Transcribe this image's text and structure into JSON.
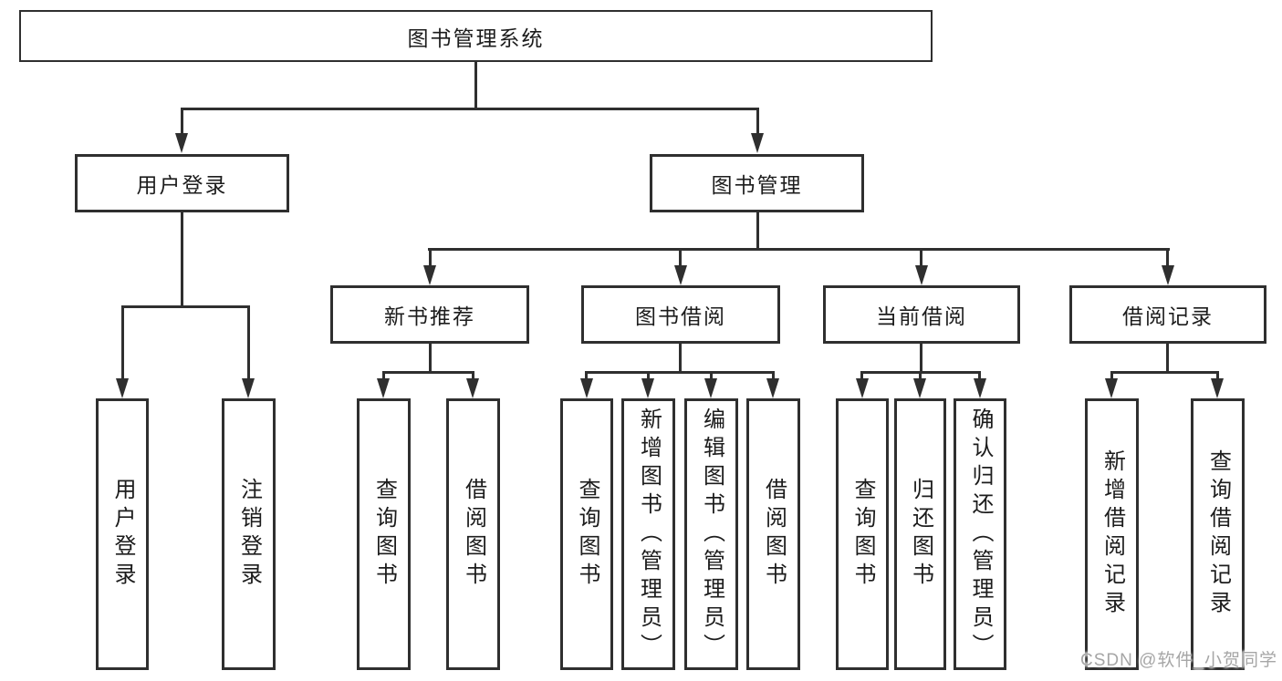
{
  "colors": {
    "line": "#2f2f2f",
    "box_background": "#ffffff",
    "text": "#1c1c1c",
    "watermark": "#a6a6a6"
  },
  "watermark": {
    "text": "CSDN @软件_小贺同学"
  },
  "tree": {
    "root": "图书管理系统",
    "user": {
      "label": "用户登录",
      "leaves": [
        "用户登录",
        "注销登录"
      ]
    },
    "book": {
      "label": "图书管理",
      "sections": [
        {
          "label": "新书推荐",
          "leaves": [
            "查询图书",
            "借阅图书"
          ]
        },
        {
          "label": "图书借阅",
          "leaves": [
            "查询图书",
            "新增图书（管理员）",
            "编辑图书（管理员）",
            "借阅图书"
          ]
        },
        {
          "label": "当前借阅",
          "leaves": [
            "查询图书",
            "归还图书",
            "确认归还（管理员）"
          ]
        },
        {
          "label": "借阅记录",
          "leaves": [
            "新增借阅记录",
            "查询借阅记录"
          ]
        }
      ]
    }
  }
}
